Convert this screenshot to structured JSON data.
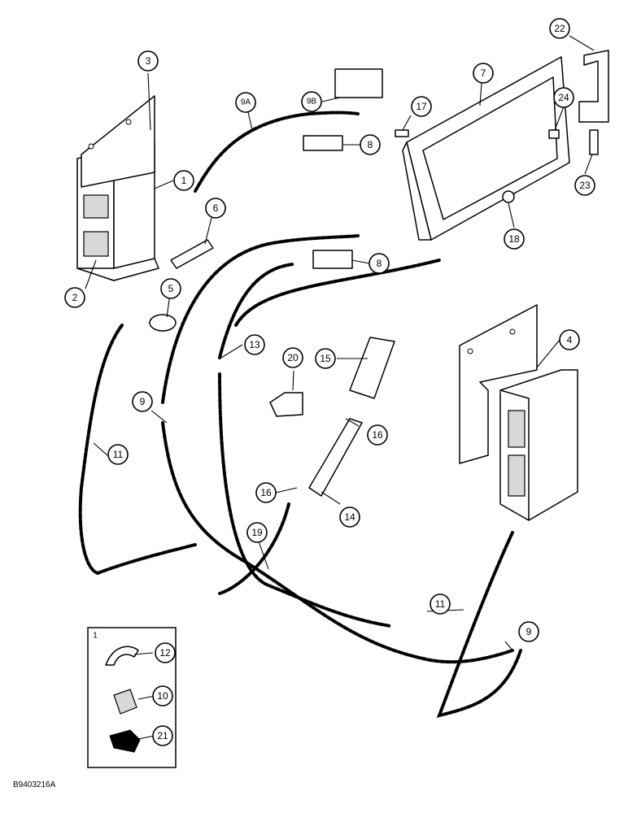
{
  "drawing_code": "B9403216A",
  "inset_marker": "1",
  "callouts": [
    {
      "id": "c1",
      "label": "1"
    },
    {
      "id": "c2",
      "label": "2"
    },
    {
      "id": "c3",
      "label": "3"
    },
    {
      "id": "c4",
      "label": "4"
    },
    {
      "id": "c5",
      "label": "5"
    },
    {
      "id": "c6",
      "label": "6"
    },
    {
      "id": "c7",
      "label": "7"
    },
    {
      "id": "c8a",
      "label": "8"
    },
    {
      "id": "c8b",
      "label": "8"
    },
    {
      "id": "c9a",
      "label": "9A"
    },
    {
      "id": "c9b",
      "label": "9B"
    },
    {
      "id": "c9c",
      "label": "9"
    },
    {
      "id": "c9d",
      "label": "9"
    },
    {
      "id": "c10",
      "label": "10"
    },
    {
      "id": "c11a",
      "label": "11"
    },
    {
      "id": "c11b",
      "label": "11"
    },
    {
      "id": "c12",
      "label": "12"
    },
    {
      "id": "c13",
      "label": "13"
    },
    {
      "id": "c14",
      "label": "14"
    },
    {
      "id": "c15",
      "label": "15"
    },
    {
      "id": "c16a",
      "label": "16"
    },
    {
      "id": "c16b",
      "label": "16"
    },
    {
      "id": "c17",
      "label": "17"
    },
    {
      "id": "c18",
      "label": "18"
    },
    {
      "id": "c19",
      "label": "19"
    },
    {
      "id": "c20",
      "label": "20"
    },
    {
      "id": "c21",
      "label": "21"
    },
    {
      "id": "c22",
      "label": "22"
    },
    {
      "id": "c23",
      "label": "23"
    },
    {
      "id": "c24",
      "label": "24"
    }
  ]
}
